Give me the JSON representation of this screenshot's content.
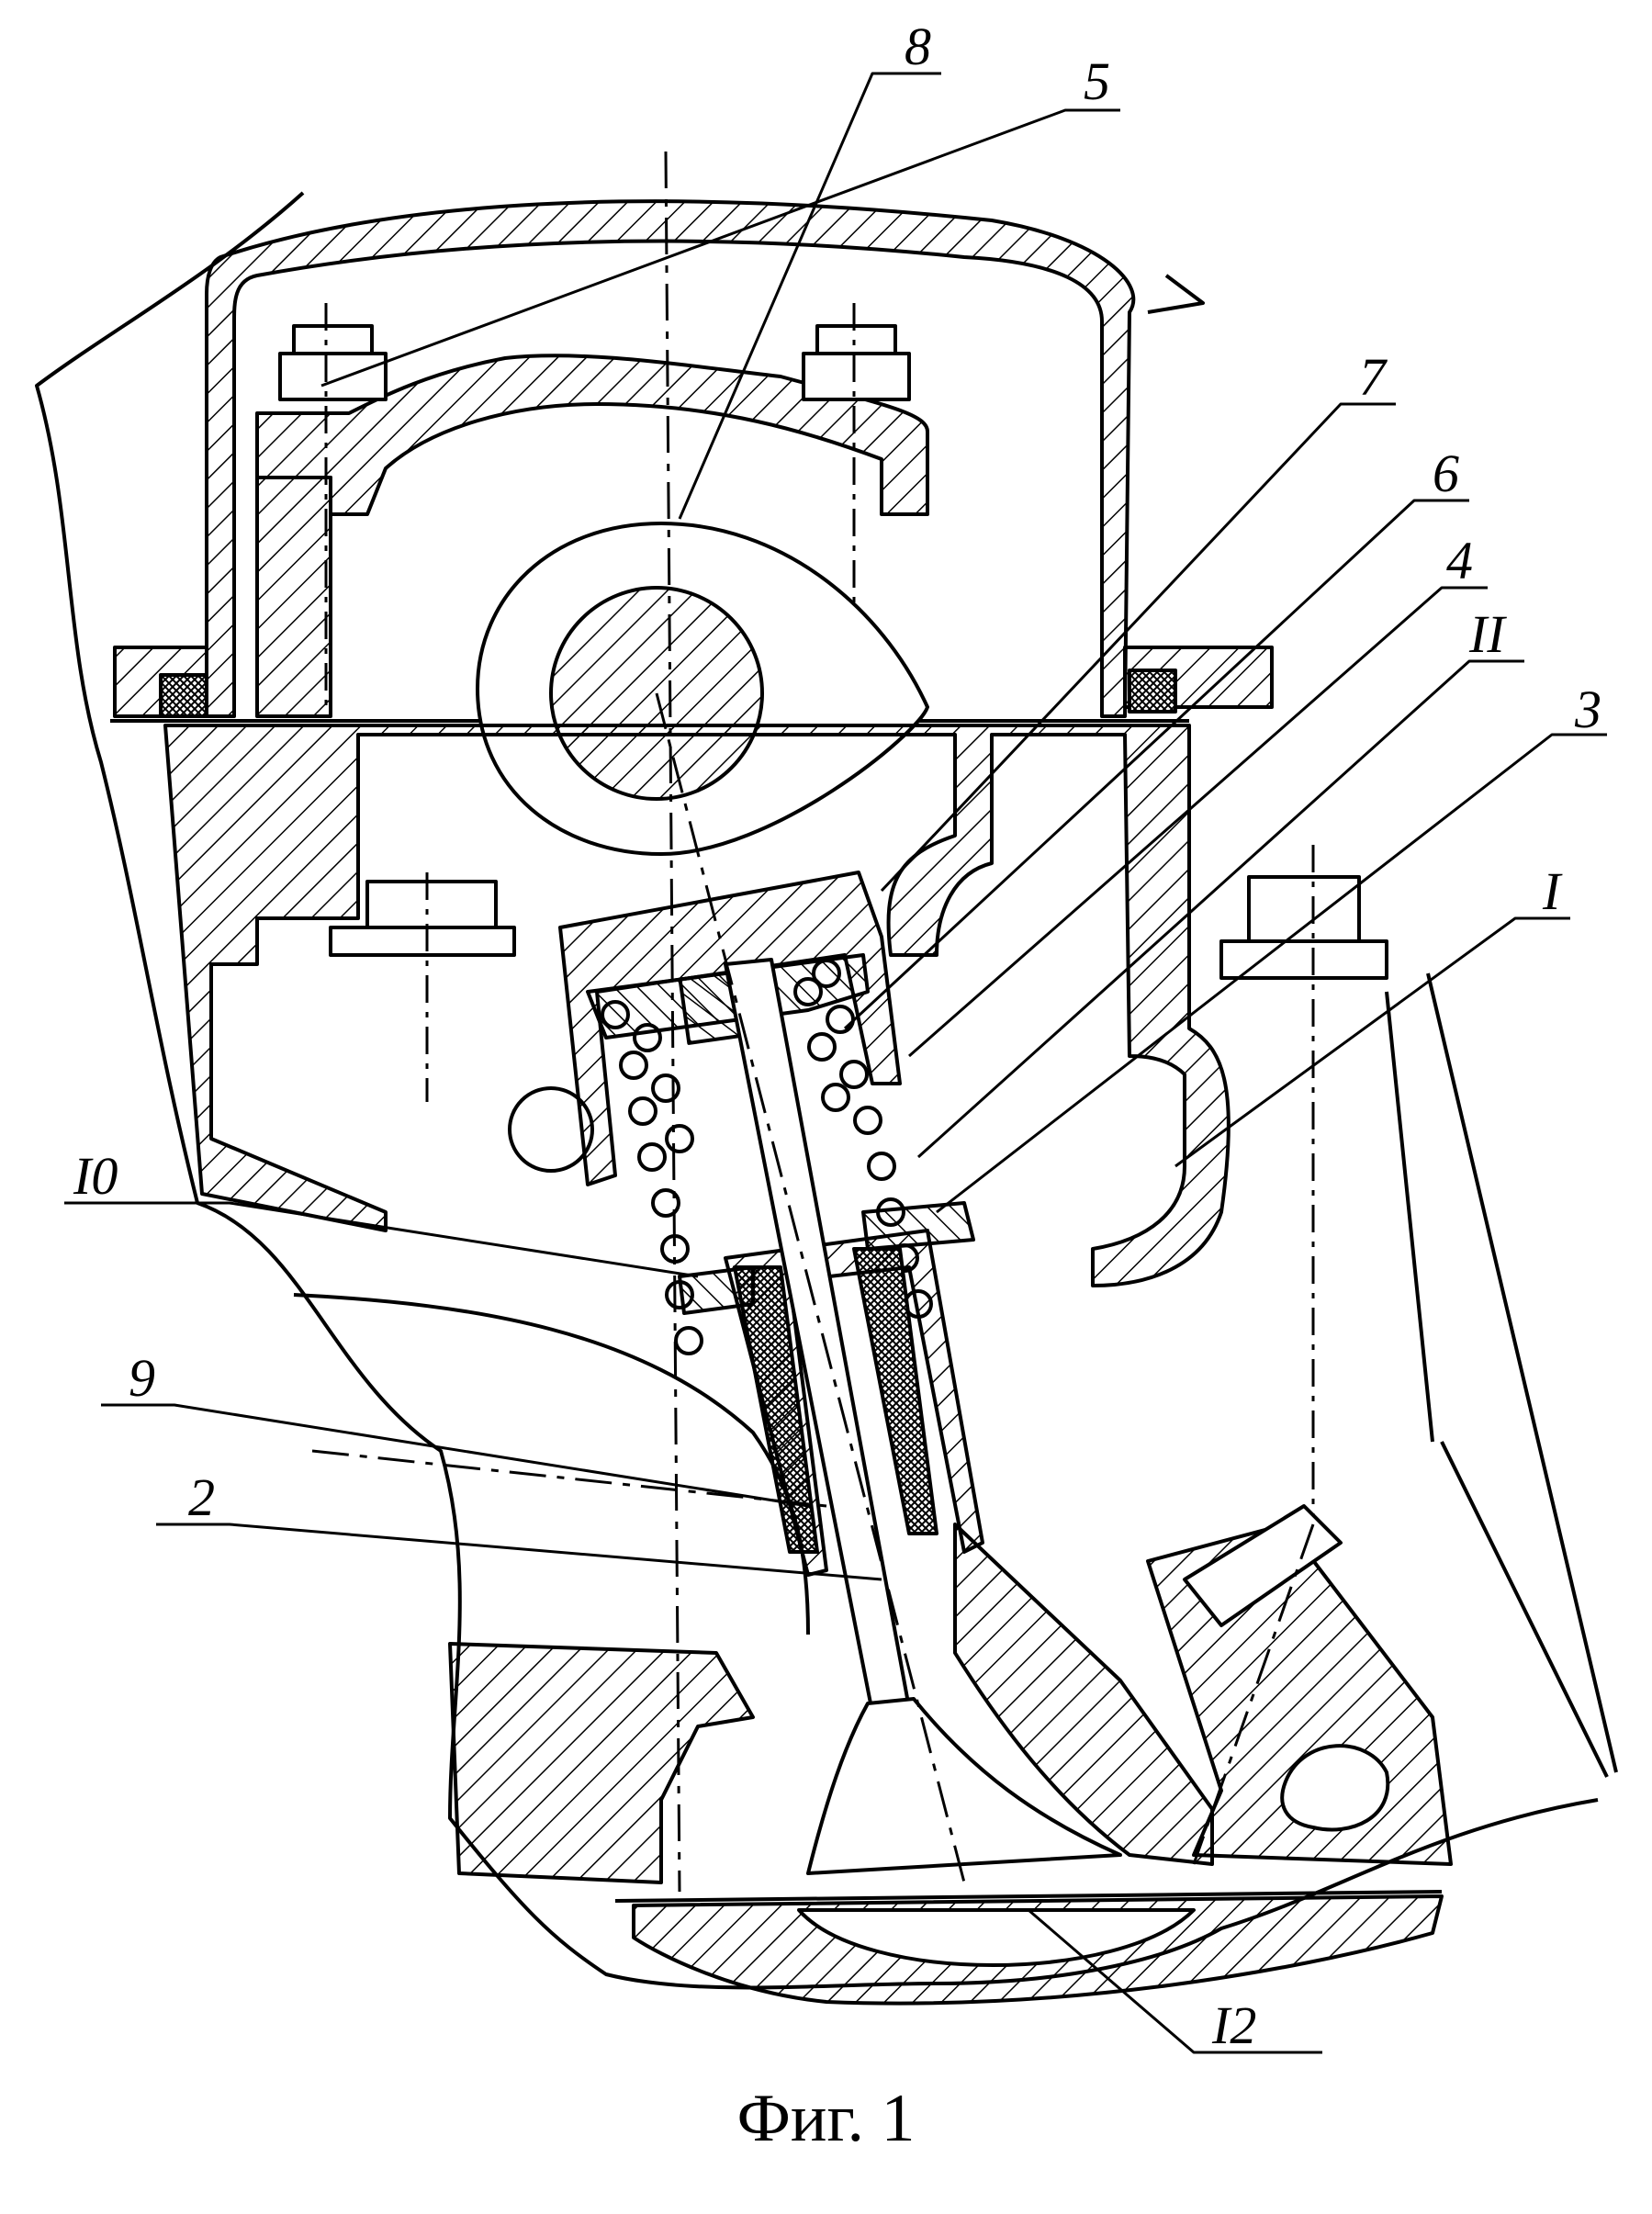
{
  "caption": "Фиг. 1",
  "labels": {
    "l8": "8",
    "l5": "5",
    "l7": "7",
    "l6": "6",
    "l4": "4",
    "l11": "II",
    "l3": "3",
    "l1": "I",
    "l10": "I0",
    "l9": "9",
    "l2": "2",
    "l12": "I2"
  }
}
